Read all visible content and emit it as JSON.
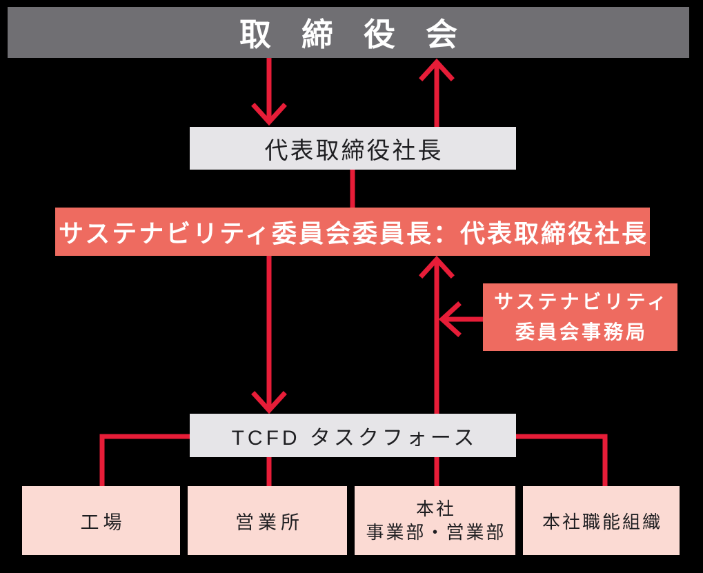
{
  "colors": {
    "background": "#000000",
    "bar_gray": "#706f73",
    "box_gray": "#e6e5e8",
    "salmon": "#ee6b60",
    "pink": "#fbdad3",
    "arrow_red": "#e71d38",
    "text_dark": "#1e1e21",
    "text_white": "#ffffff"
  },
  "nodes": {
    "board": {
      "label": "取締役会"
    },
    "president": {
      "label": "代表取締役社長"
    },
    "committee": {
      "label": "サステナビリティ委員会委員長：代表取締役社長"
    },
    "secretariat": {
      "line1": "サステナビリティ",
      "line2": "委員会事務局"
    },
    "taskforce": {
      "label": "TCFD タスクフォース"
    },
    "factory": {
      "label": "工場"
    },
    "sales_office": {
      "label": "営業所"
    },
    "hq_divisions": {
      "line1": "本社",
      "line2": "事業部・営業部"
    },
    "hq_functional": {
      "label": "本社職能組織"
    }
  },
  "edges": [
    {
      "from": "board",
      "to": "president",
      "style": "arrow-down"
    },
    {
      "from": "president",
      "to": "board",
      "style": "arrow-up"
    },
    {
      "from": "president",
      "to": "committee",
      "style": "plain-line"
    },
    {
      "from": "committee",
      "to": "taskforce",
      "style": "arrow-down"
    },
    {
      "from": "taskforce",
      "to": "committee",
      "style": "arrow-up"
    },
    {
      "from": "secretariat",
      "to": "taskforce-committee-line",
      "style": "arrow-left"
    },
    {
      "from": "taskforce",
      "to": "factory",
      "style": "plain-line"
    },
    {
      "from": "taskforce",
      "to": "sales_office",
      "style": "plain-line"
    },
    {
      "from": "taskforce",
      "to": "hq_divisions",
      "style": "plain-line"
    },
    {
      "from": "taskforce",
      "to": "hq_functional",
      "style": "plain-line"
    }
  ]
}
